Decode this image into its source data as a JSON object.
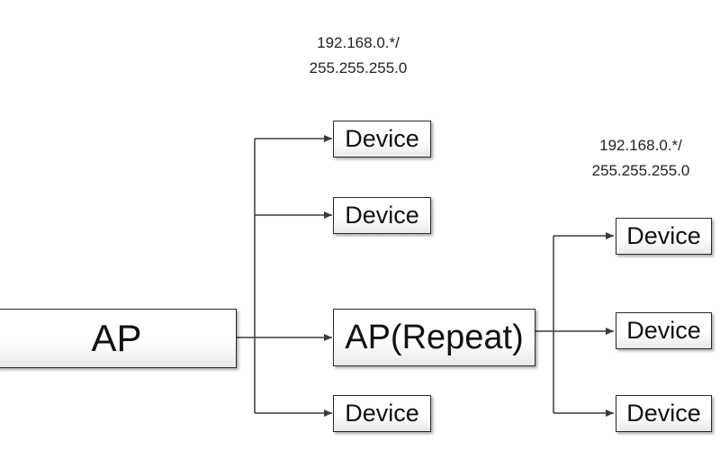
{
  "nodes": {
    "ap": "AP",
    "ap_repeat": "AP(Repeat)",
    "device_1": "Device",
    "device_2": "Device",
    "device_3": "Device",
    "device_4": "Device",
    "device_5": "Device",
    "device_6": "Device"
  },
  "annotations": {
    "left": {
      "ip": "192.168.0.*/",
      "mask": "255.255.255.0"
    },
    "right": {
      "ip": "192.168.0.*/",
      "mask": "255.255.255.0"
    }
  },
  "colors": {
    "line": "#3a3a3a",
    "border": "#2b2b2b",
    "fill": "#ffffff"
  }
}
